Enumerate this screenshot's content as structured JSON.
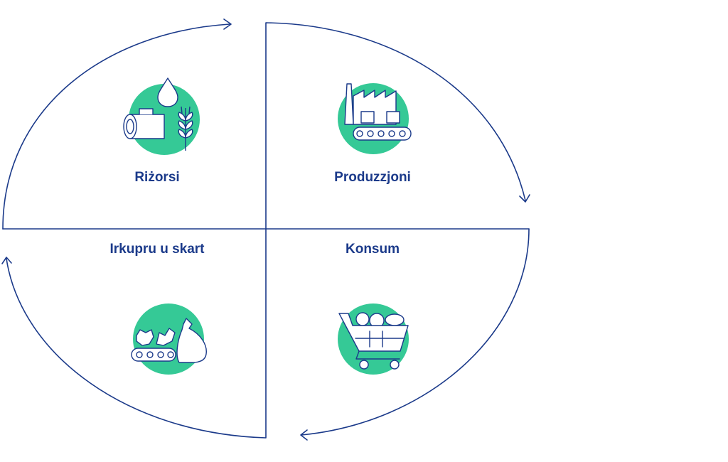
{
  "colors": {
    "line": "#1b3a8a",
    "accent": "#35c996",
    "label": "#1b3a8a"
  },
  "stages": [
    {
      "label": "Riżorsi",
      "icon": "resources-icon"
    },
    {
      "label": "Produzzjoni",
      "icon": "factory-icon"
    },
    {
      "label": "Konsum",
      "icon": "shopping-cart-icon"
    },
    {
      "label": "Irkupru u skart",
      "icon": "recycling-conveyor-icon"
    }
  ]
}
